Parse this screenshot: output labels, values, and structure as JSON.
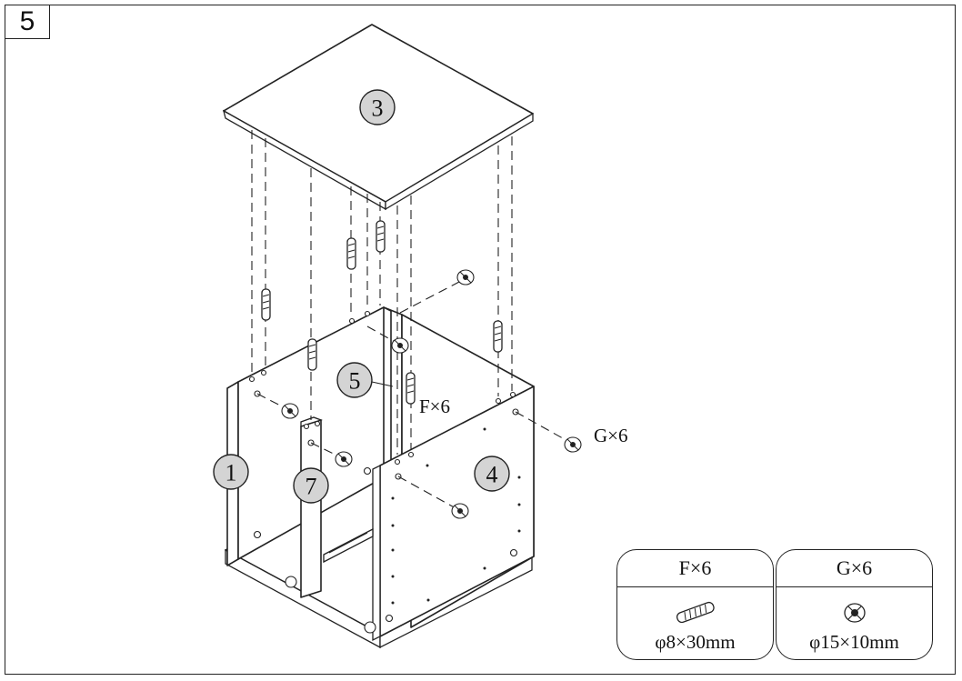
{
  "step": {
    "number": "5"
  },
  "parts": {
    "p1": "1",
    "p3": "3",
    "p4": "4",
    "p5": "5",
    "p7": "7"
  },
  "callouts": {
    "f": "F×6",
    "g": "G×6"
  },
  "hardware": [
    {
      "code": "F×6",
      "spec": "φ8×30mm",
      "icon": "wooden-dowel-icon"
    },
    {
      "code": "G×6",
      "spec": "φ15×10mm",
      "icon": "cam-lock-icon"
    }
  ]
}
